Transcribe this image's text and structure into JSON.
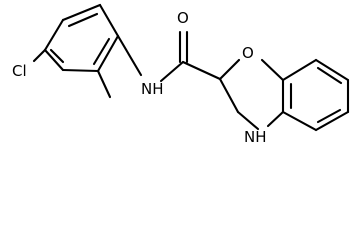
{
  "molecule": {
    "atom_labels": {
      "chlorine": "Cl",
      "amide_nitrogen": "NH",
      "carbonyl_oxygen": "O",
      "ring_oxygen": "O",
      "ring_nitrogen": "NH"
    },
    "colors": {
      "bond": "#000000",
      "label": "#000000",
      "background": "#ffffff"
    }
  }
}
